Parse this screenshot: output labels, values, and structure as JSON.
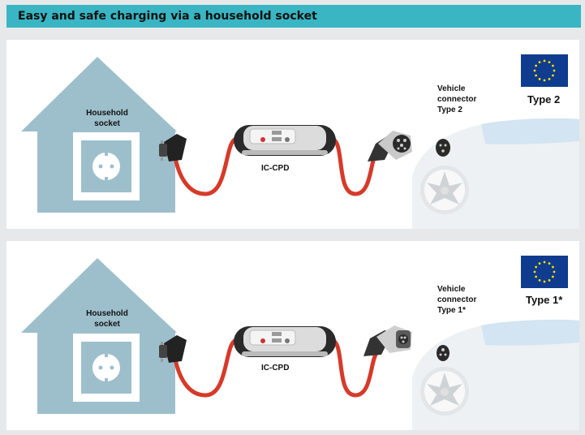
{
  "header": {
    "title": "Easy and safe charging via a household socket"
  },
  "panels": [
    {
      "socket_label_line1": "Household",
      "socket_label_line2": "socket",
      "device_label": "IC-CPD",
      "connector_label_line1": "Vehicle",
      "connector_label_line2": "connector",
      "connector_label_line3": "Type 2",
      "type_label": "Type 2",
      "flag_icon": "eu-flag-icon"
    },
    {
      "socket_label_line1": "Household",
      "socket_label_line2": "socket",
      "device_label": "IC-CPD",
      "connector_label_line1": "Vehicle",
      "connector_label_line2": "connector",
      "connector_label_line3": "Type 1*",
      "type_label": "Type 1*",
      "flag_icon": "eu-flag-icon"
    }
  ],
  "colors": {
    "header_bg": "#39b5c3",
    "house": "#9dbfcc",
    "cable": "#d63a2a",
    "flag_blue": "#0f3c8e",
    "flag_star": "#ffdd00",
    "car_body": "#eef1f3",
    "car_window": "#d3e4f2"
  }
}
